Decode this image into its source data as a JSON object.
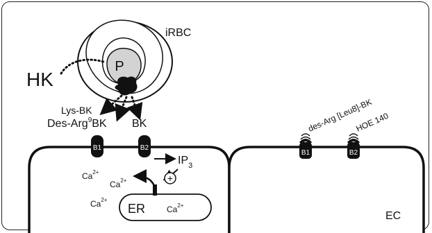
{
  "irbc": {
    "label": "iRBC",
    "parasite_label": "P"
  },
  "hk": {
    "label": "HK"
  },
  "kinins": {
    "lys_bk": "Lys-BK",
    "des_arg_prefix": "Des-Arg",
    "des_arg_superscript": "9",
    "des_arg_suffix": "BK",
    "bk": "BK"
  },
  "receptors": {
    "b1": "B1",
    "b2": "B2"
  },
  "left_cell": {
    "ip_label": "IP",
    "ip_subscript": "3",
    "plus_symbol": "+",
    "ca_text": "Ca",
    "ca_charge": "2+",
    "er_label": "ER"
  },
  "right_cell": {
    "antagonist_b1": "des-Arg  [Leu8]-BK",
    "antagonist_b2": "HOE 140",
    "ec_label": "EC"
  }
}
